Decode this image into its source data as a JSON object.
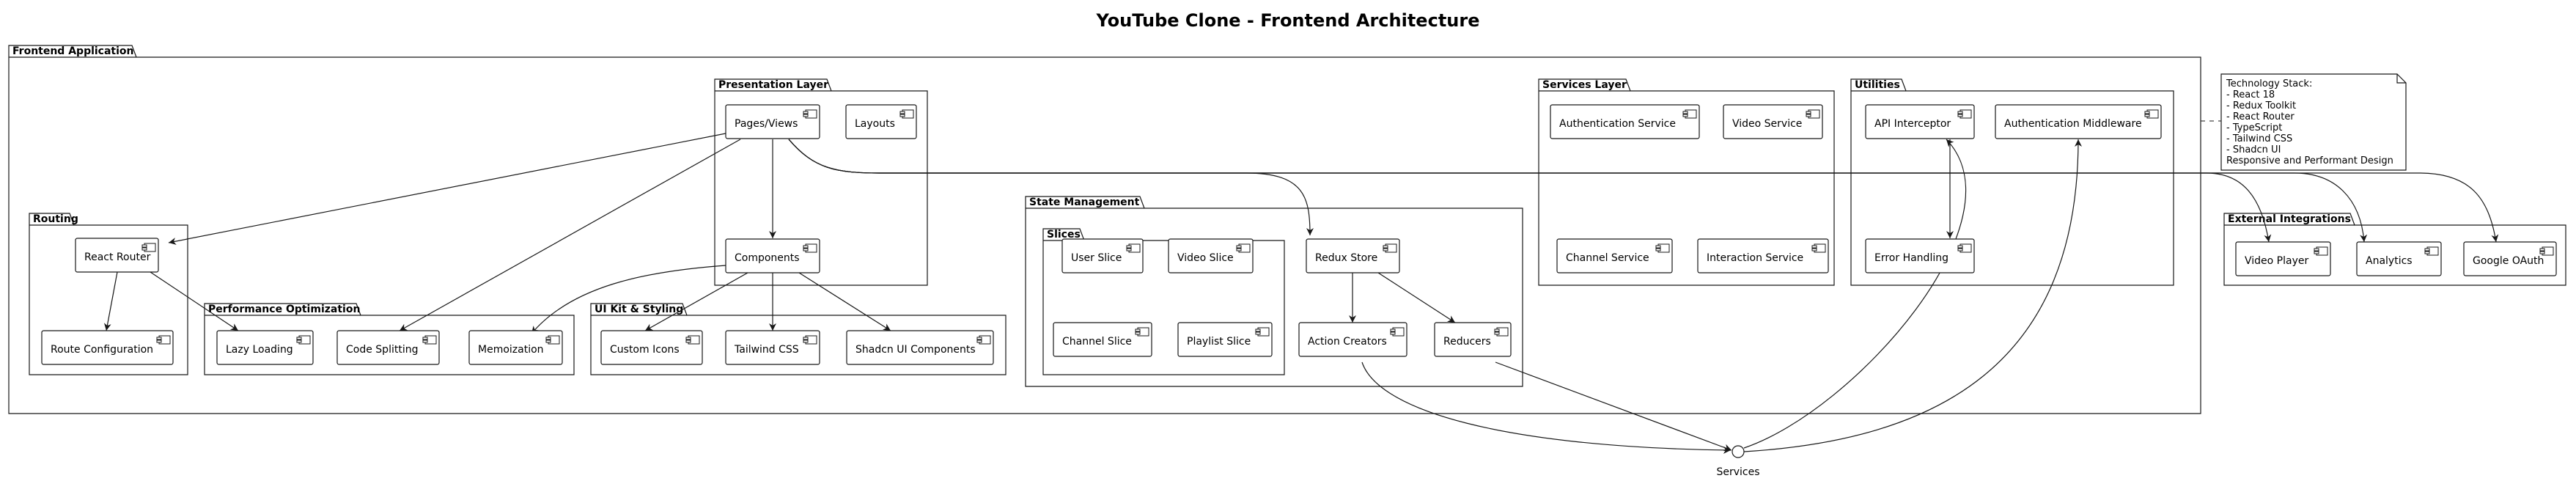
{
  "title": "YouTube Clone - Frontend Architecture",
  "packages": {
    "frontend": "Frontend Application",
    "presentation": "Presentation Layer",
    "routing": "Routing",
    "performance": "Performance Optimization",
    "uikit": "UI Kit & Styling",
    "state": "State Management",
    "slices": "Slices",
    "services": "Services Layer",
    "utilities": "Utilities",
    "external": "External Integrations"
  },
  "components": {
    "pages": "Pages/Views",
    "layouts": "Layouts",
    "components": "Components",
    "react_router": "React Router",
    "route_config": "Route Configuration",
    "lazy_loading": "Lazy Loading",
    "code_splitting": "Code Splitting",
    "memoization": "Memoization",
    "custom_icons": "Custom Icons",
    "tailwind_css": "Tailwind CSS",
    "shadcn_ui": "Shadcn UI Components",
    "user_slice": "User Slice",
    "video_slice": "Video Slice",
    "channel_slice": "Channel Slice",
    "playlist_slice": "Playlist Slice",
    "redux_store": "Redux Store",
    "action_creators": "Action Creators",
    "reducers": "Reducers",
    "auth_service": "Authentication Service",
    "video_service": "Video Service",
    "channel_service": "Channel Service",
    "interaction_service": "Interaction Service",
    "api_interceptor": "API Interceptor",
    "auth_middleware": "Authentication Middleware",
    "error_handling": "Error Handling",
    "video_player": "Video Player",
    "analytics": "Analytics",
    "google_oauth": "Google OAuth"
  },
  "interface": {
    "services": "Services"
  },
  "note": {
    "lines": [
      "Technology Stack:",
      "- React 18",
      "- Redux Toolkit",
      "- React Router",
      "- TypeScript",
      "- Tailwind CSS",
      "- Shadcn UI",
      "Responsive and Performant Design"
    ]
  }
}
